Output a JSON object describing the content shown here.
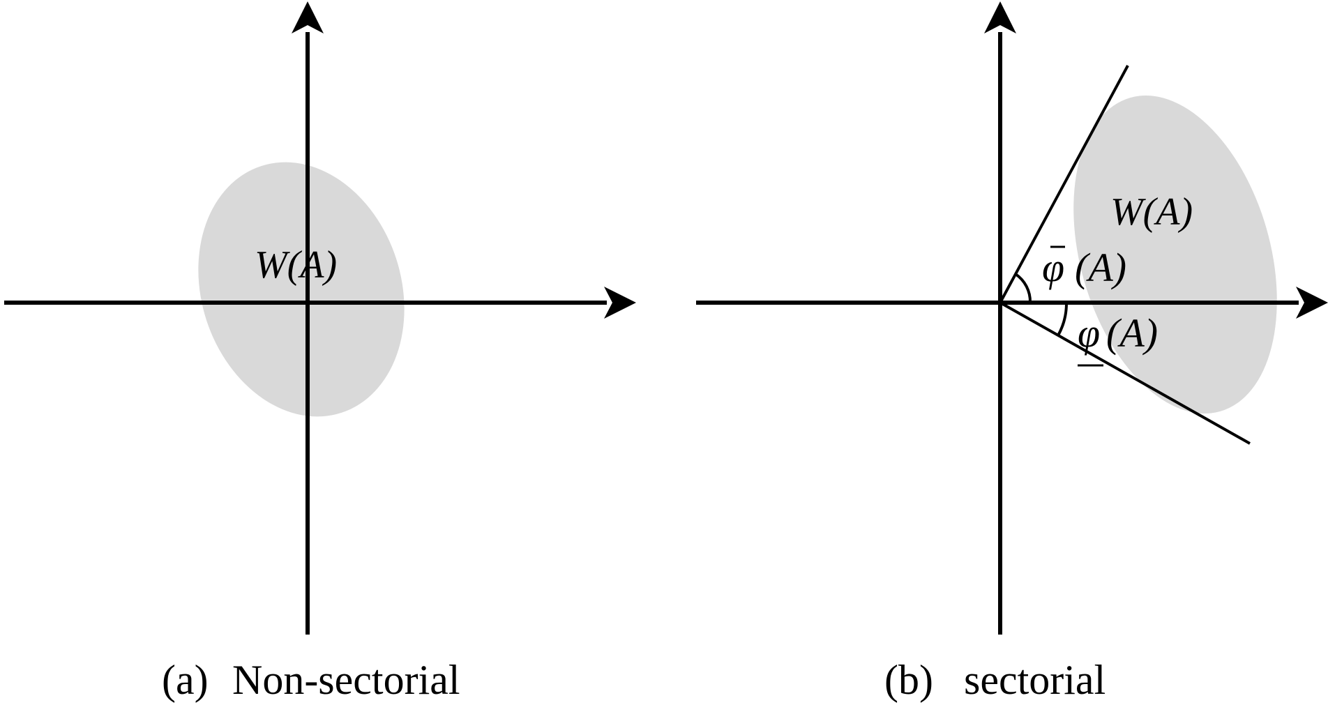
{
  "panels": [
    {
      "id": "a",
      "caption_tag": "(a)",
      "caption_text": "Non-sectorial",
      "region_label": "W(A)"
    },
    {
      "id": "b",
      "caption_tag": "(b)",
      "caption_text": "sectorial",
      "region_label": "W(A)",
      "upper_angle_symbol": "φ",
      "lower_angle_symbol": "φ",
      "angle_argument": "(A)"
    }
  ],
  "colors": {
    "axis": "#000000",
    "region_fill": "#d9d9d9",
    "background": "#ffffff"
  }
}
